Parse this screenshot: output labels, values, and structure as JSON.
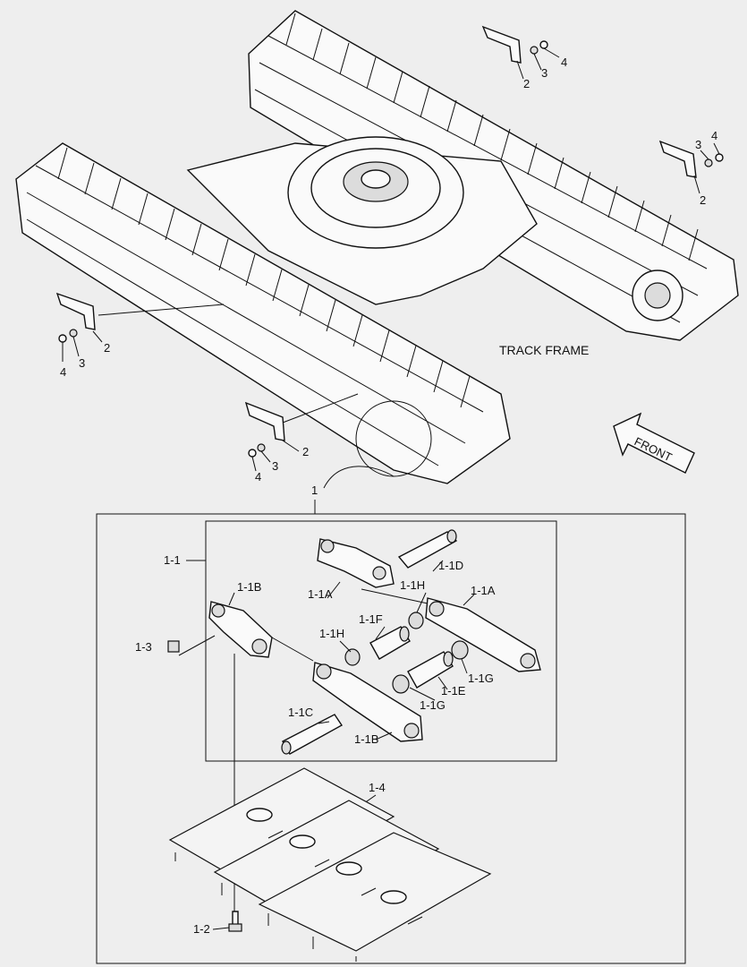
{
  "diagram": {
    "title": "TRACK FRAME",
    "front_label": "FRONT",
    "callouts": {
      "c1": "1",
      "c2": "2",
      "c3": "3",
      "c4": "4",
      "c1_1": "1-1",
      "c1_1A": "1-1A",
      "c1_1B": "1-1B",
      "c1_1C": "1-1C",
      "c1_1D": "1-1D",
      "c1_1E": "1-1E",
      "c1_1F": "1-1F",
      "c1_1G": "1-1G",
      "c1_1H": "1-1H",
      "c1_2": "1-2",
      "c1_3": "1-3",
      "c1_4": "1-4"
    }
  },
  "colors": {
    "background": "#eeeeee",
    "line": "#111111"
  },
  "icons": {
    "front_arrow": "arrow-up-left-icon"
  }
}
